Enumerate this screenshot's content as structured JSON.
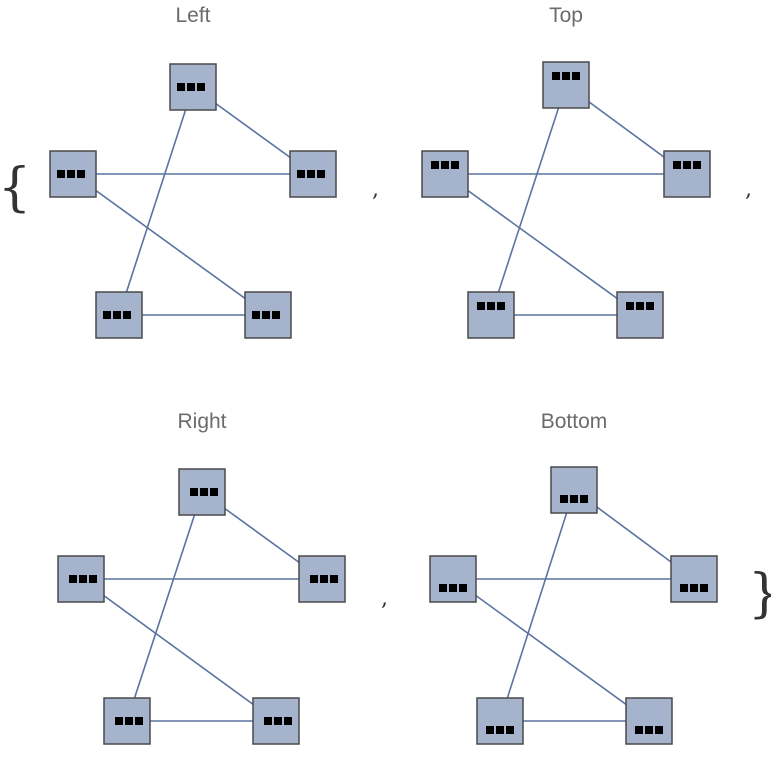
{
  "open_brace": "{",
  "close_brace": "}",
  "separator": ",",
  "panels": [
    {
      "title": "Left",
      "align": "left"
    },
    {
      "title": "Top",
      "align": "top"
    },
    {
      "title": "Right",
      "align": "right"
    },
    {
      "title": "Bottom",
      "align": "bottom"
    }
  ],
  "edges": [
    [
      0,
      2
    ],
    [
      0,
      3
    ],
    [
      1,
      2
    ],
    [
      1,
      4
    ],
    [
      3,
      4
    ]
  ],
  "colors": {
    "node_fill": "#a5b3cc",
    "edge": "#5b73a0",
    "title": "#6b6b6b"
  }
}
